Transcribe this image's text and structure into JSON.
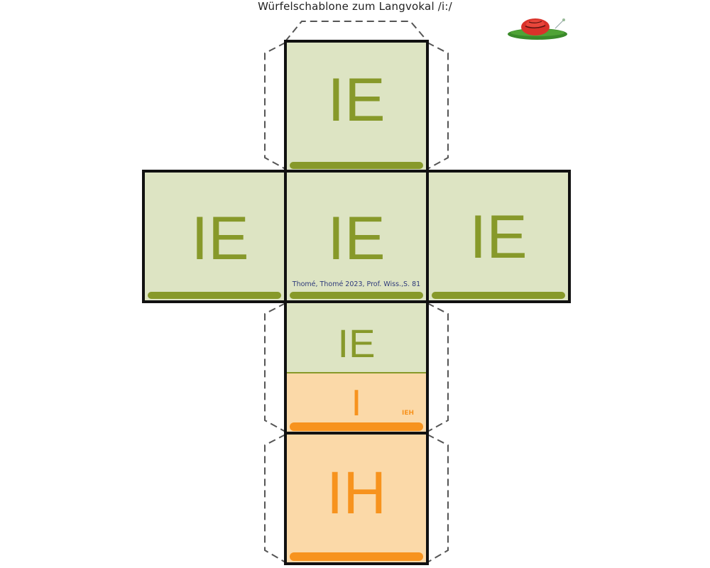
{
  "title": "Würfelschablone zum Langvokal /i:/",
  "colors": {
    "green_fill": "#dde4c3",
    "green_text": "#87992a",
    "orange_fill": "#fbd9a8",
    "orange_text": "#f7931e",
    "border": "#111111",
    "credit_text": "#2e3a7a"
  },
  "decoration": {
    "icon": "snail-icon"
  },
  "faces": {
    "top": {
      "label": "IE",
      "color": "green"
    },
    "left": {
      "label": "IE",
      "color": "green"
    },
    "center": {
      "label": "IE",
      "color": "green",
      "credit": "Thomé, Thomé 2023, Prof. Wiss.,S. 81"
    },
    "right": {
      "label": "IE",
      "color": "green"
    },
    "lower": {
      "upper_label": "IE",
      "upper_color": "green",
      "lower_label": "I",
      "lower_color": "orange",
      "small_label": "IEH"
    },
    "bottom": {
      "label": "IH",
      "color": "orange"
    }
  }
}
